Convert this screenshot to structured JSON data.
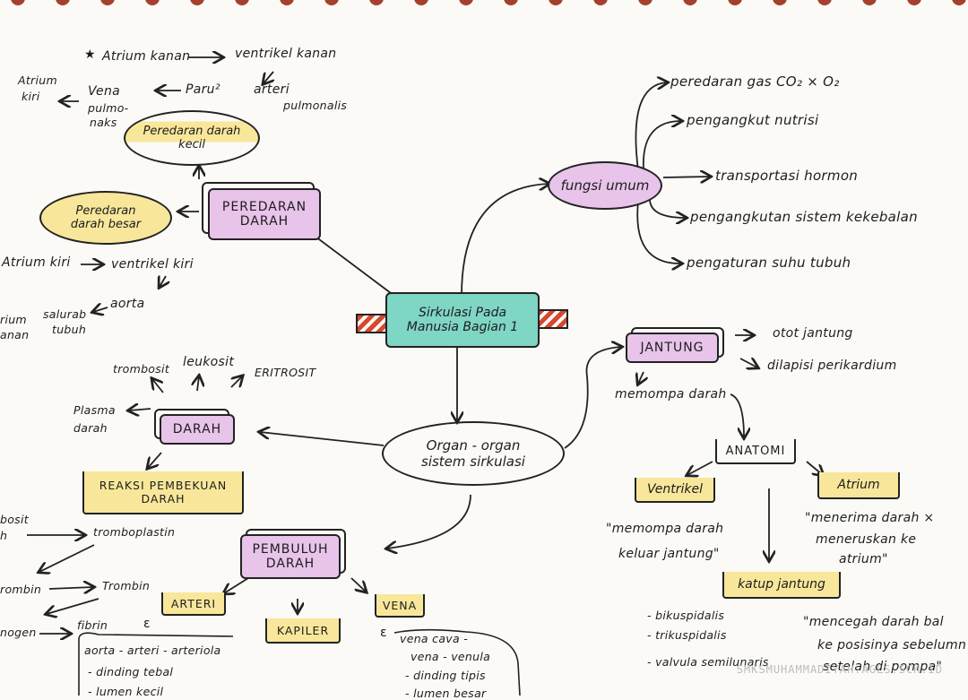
{
  "center": {
    "line1": "Sirkulasi Pada",
    "line2": "Manusia  Bagian 1"
  },
  "peredaran": {
    "main": {
      "line1": "PEREDARAN",
      "line2": "DARAH"
    },
    "kecil": {
      "line1": "Peredaran darah",
      "line2": "kecil"
    },
    "besar": {
      "line1": "Peredaran",
      "line2": "darah besar"
    },
    "kecil_path": {
      "atrium_kanan": "Atrium kanan",
      "ventrikel_kanan": "ventrikel kanan",
      "arteri": "arteri",
      "pulmonalis": "pulmonalis",
      "paru": "Paru²",
      "vena_l1": "Vena",
      "vena_l2": "pulmo-",
      "vena_l3": "naks",
      "atrium_kiri_l1": "Atrium",
      "atrium_kiri_l2": "kiri"
    },
    "besar_path": {
      "atrium_kiri": "Atrium kiri",
      "ventrikel_kiri": "ventrikel kiri",
      "aorta": "aorta",
      "saluran_l1": "salurab",
      "saluran_l2": "tubuh",
      "atrium_kanan_l1": "rium",
      "atrium_kanan_l2": "anan"
    }
  },
  "fungsi": {
    "label": "fungsi umum",
    "items": [
      "peredaran gas CO₂ × O₂",
      "pengangkut nutrisi",
      "transportasi hormon",
      "pengangkutan sistem kekebalan",
      "pengaturan suhu tubuh"
    ]
  },
  "organ": {
    "line1": "Organ - organ",
    "line2": "sistem sirkulasi"
  },
  "jantung": {
    "label": "JANTUNG",
    "otot": "otot jantung",
    "perikardium": "dilapisi perikardium",
    "memompa": "memompa darah",
    "anatomi": "ANATOMI",
    "ventrikel": "Ventrikel",
    "ventrikel_desc_l1": "\"memompa darah",
    "ventrikel_desc_l2": "keluar jantung\"",
    "atrium": "Atrium",
    "atrium_desc_l1": "\"menerima darah ×",
    "atrium_desc_l2": "meneruskan ke",
    "atrium_desc_l3": "atrium\"",
    "katup": "katup jantung",
    "katup_items": [
      "- bikuspidalis",
      "- trikuspidalis",
      "- valvula semilunaris"
    ],
    "katup_desc_l1": "\"mencegah darah bal",
    "katup_desc_l2": "ke posisinya sebelumn",
    "katup_desc_l3": "setelah di pompa\""
  },
  "darah": {
    "label": "DARAH",
    "trombosit": "trombosit",
    "leukosit": "leukosit",
    "eritrosit": "ERITROSIT",
    "plasma_l1": "Plasma",
    "plasma_l2": "darah",
    "reaksi_l1": "REAKSI PEMBEKUAN",
    "reaksi_l2": "DARAH",
    "left_l1": "bosit",
    "left_l2": "h",
    "tromboplastin": "tromboplastin",
    "trombin_left": "rombin",
    "trombin": "Trombin",
    "nogen": "nogen",
    "fibrin": "fibrin"
  },
  "pembuluh": {
    "label_l1": "PEMBULUH",
    "label_l2": "DARAH",
    "arteri": "ARTERI",
    "kapiler": "KAPILER",
    "vena": "VENA",
    "arteri_items": [
      "aorta - arteri - arteriola",
      "- dinding tebal",
      "- lumen kecil"
    ],
    "vena_items": [
      "vena cava -",
      "vena - venula",
      "- dinding tipis",
      "- lumen besar"
    ]
  },
  "watermark": "SMKSMUHAMMADIYAH.AGLS.SCH.ID"
}
